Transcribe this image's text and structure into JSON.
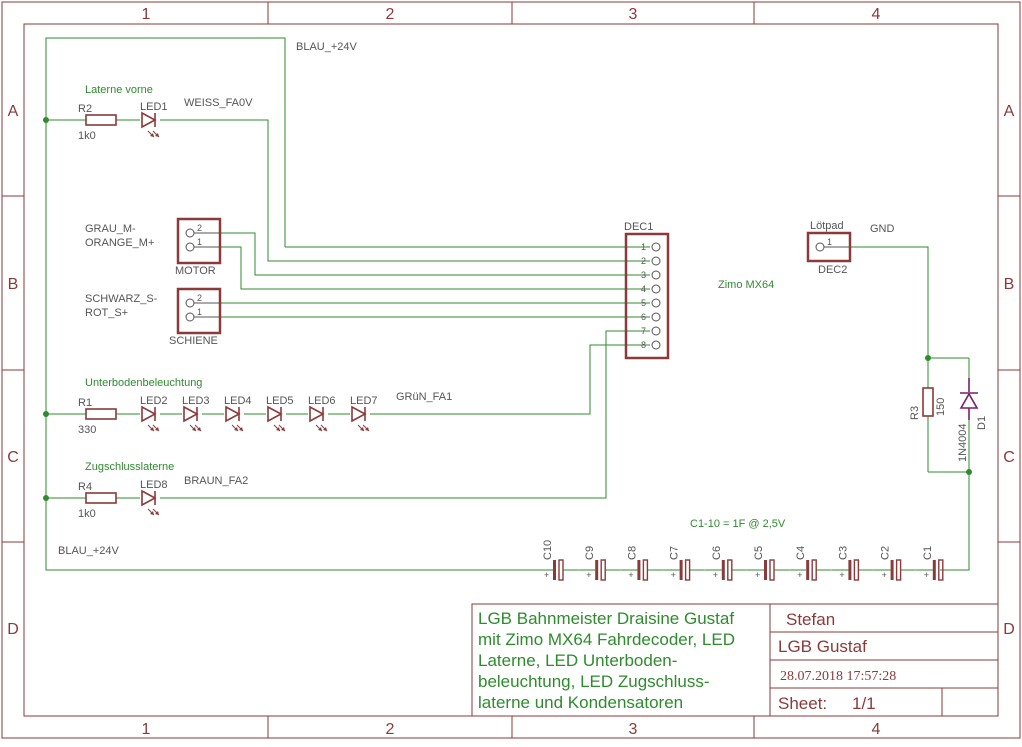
{
  "frame": {
    "col_labels": [
      "1",
      "2",
      "3",
      "4"
    ],
    "row_labels": [
      "A",
      "B",
      "C",
      "D"
    ]
  },
  "nets": {
    "blau_top": "BLAU_+24V",
    "blau_bottom": "BLAU_+24V",
    "weiss": "WEISS_FA0V",
    "gruen": "GRüN_FA1",
    "braun": "BRAUN_FA2",
    "gnd": "GND"
  },
  "sections": {
    "laterne_vorne": "Laterne vorne",
    "unterboden": "Unterbodenbeleuchtung",
    "zugschluss": "Zugschlusslaterne"
  },
  "components": {
    "r2_name": "R2",
    "r2_value": "1k0",
    "r1_name": "R1",
    "r1_value": "330",
    "r4_name": "R4",
    "r4_value": "1k0",
    "r3_name": "R3",
    "r3_value": "150",
    "d1_name": "D1",
    "d1_value": "1N4004",
    "led_row_a": [
      "LED1"
    ],
    "led_row_c": [
      "LED2",
      "LED3",
      "LED4",
      "LED5",
      "LED6",
      "LED7"
    ],
    "led_row_d": [
      "LED8"
    ],
    "motor_name": "MOTOR",
    "motor_pin_labels": [
      "GRAU_M-",
      "ORANGE_M+"
    ],
    "motor_pins": [
      "2",
      "1"
    ],
    "schiene_name": "SCHIENE",
    "schiene_pin_labels": [
      "SCHWARZ_S-",
      "ROT_S+"
    ],
    "schiene_pins": [
      "2",
      "1"
    ],
    "dec1_name": "DEC1",
    "dec1_pins": [
      "1",
      "2",
      "3",
      "4",
      "5",
      "6",
      "7",
      "8"
    ],
    "dec1_value": "Zimo MX64",
    "dec2_name": "DEC2",
    "dec2_value": "Lötpad",
    "dec2_pin": "1",
    "capacitors": [
      "C10",
      "C9",
      "C8",
      "C7",
      "C6",
      "C5",
      "C4",
      "C3",
      "C2",
      "C1"
    ],
    "cap_polarity": "+",
    "cap_note": "C1-10 = 1F @ 2,5V"
  },
  "title_block": {
    "description_lines": [
      "LGB Bahnmeister Draisine Gustaf",
      "mit Zimo MX64 Fahrdecoder, LED",
      "Laterne, LED Unterboden-",
      "beleuchtung, LED Zugschluss-",
      "laterne und Kondensatoren"
    ],
    "author": "Stefan",
    "project": "LGB Gustaf",
    "date": "28.07.2018 17:57:28",
    "sheet_label": "Sheet:",
    "sheet_value": "1/1"
  },
  "colors": {
    "frame": "#8b3a3a",
    "wire": "#2e8b2e",
    "component": "#8b3a3a",
    "label": "#555555",
    "note": "#2e8b2e",
    "diode_d1": "#7a1f6a"
  }
}
